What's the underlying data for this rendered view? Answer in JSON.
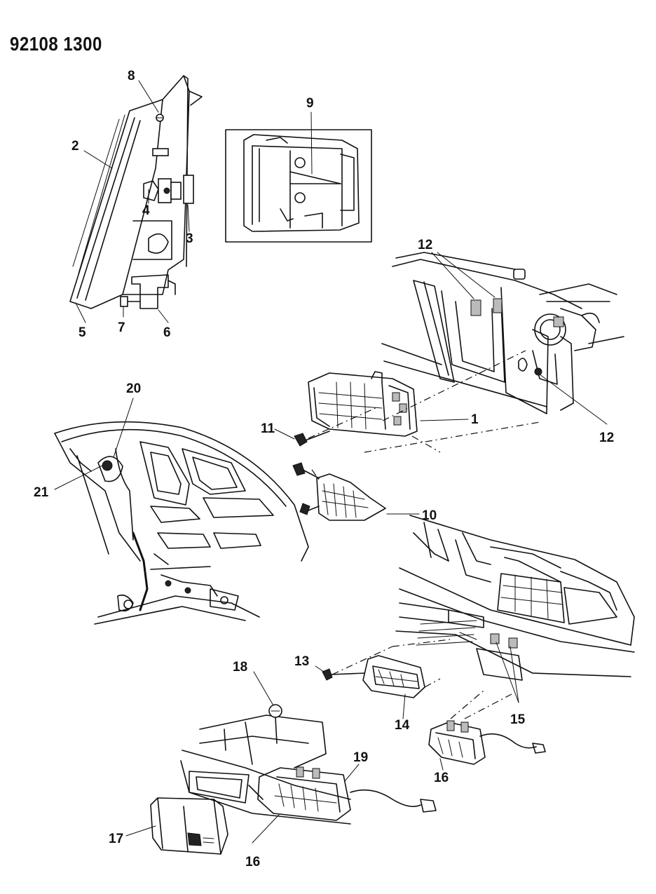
{
  "document": {
    "code": "92108 1300"
  },
  "callouts": [
    {
      "id": "c8",
      "label": "8"
    },
    {
      "id": "c2",
      "label": "2"
    },
    {
      "id": "c9",
      "label": "9"
    },
    {
      "id": "c4",
      "label": "4"
    },
    {
      "id": "c3",
      "label": "3"
    },
    {
      "id": "c5",
      "label": "5"
    },
    {
      "id": "c7",
      "label": "7"
    },
    {
      "id": "c6",
      "label": "6"
    },
    {
      "id": "c12a",
      "label": "12"
    },
    {
      "id": "c12b",
      "label": "12"
    },
    {
      "id": "c20",
      "label": "20"
    },
    {
      "id": "c11",
      "label": "11"
    },
    {
      "id": "c1",
      "label": "1"
    },
    {
      "id": "c21",
      "label": "21"
    },
    {
      "id": "c10",
      "label": "10"
    },
    {
      "id": "c18",
      "label": "18"
    },
    {
      "id": "c13",
      "label": "13"
    },
    {
      "id": "c14",
      "label": "14"
    },
    {
      "id": "c15",
      "label": "15"
    },
    {
      "id": "c19",
      "label": "19"
    },
    {
      "id": "c16a",
      "label": "16"
    },
    {
      "id": "c17",
      "label": "17"
    },
    {
      "id": "c16b",
      "label": "16"
    }
  ]
}
